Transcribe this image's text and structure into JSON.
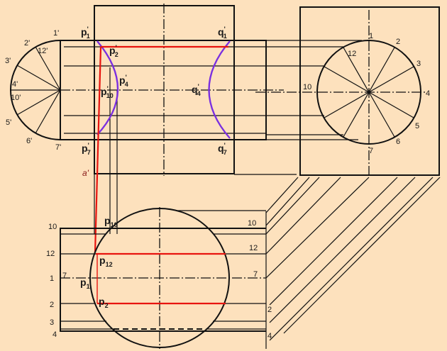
{
  "front_view": {
    "semicircle": {
      "l1": "1'",
      "l2": "2'",
      "l3": "3'",
      "l4": "4'",
      "l10": "10'",
      "l5": "5'",
      "l6": "6'",
      "l7": "7'",
      "l12": "12'"
    },
    "points": {
      "p1": {
        "m": "p",
        "pr": "'",
        "s": "1"
      },
      "p2": {
        "m": "p",
        "pr": "'",
        "s": "2"
      },
      "p4": {
        "m": "p",
        "pr": "'",
        "s": "4"
      },
      "p10": {
        "m": "p",
        "pr": "'",
        "s": "10"
      },
      "p7": {
        "m": "p",
        "pr": "'",
        "s": "7"
      },
      "q1": {
        "m": "q",
        "pr": "'",
        "s": "1"
      },
      "q4": {
        "m": "q",
        "pr": "'",
        "s": "4"
      },
      "q7": {
        "m": "q",
        "pr": "'",
        "s": "7"
      }
    },
    "a_label": "a'"
  },
  "side_view": {
    "l1": "1",
    "l2": "2",
    "l3": "3",
    "l4": "4",
    "l5": "5",
    "l6": "6",
    "l7": "7",
    "l10": "10",
    "l12": "12"
  },
  "top_view": {
    "left": {
      "l10": "10",
      "l12": "12",
      "l1": "1",
      "l7": "7",
      "l2": "2",
      "l3": "3",
      "l4": "4"
    },
    "right": {
      "l10": "10",
      "l12": "12",
      "l7": "7",
      "l2": "2",
      "l4": "4"
    },
    "points": {
      "p10": {
        "m": "p",
        "s": "10"
      },
      "p12": {
        "m": "p",
        "s": "12"
      },
      "p1": {
        "m": "p",
        "s": "1"
      },
      "p2": {
        "m": "p",
        "s": "2"
      }
    }
  },
  "colors": {
    "background": "#fde1bd",
    "intersection_line": "#e8140f",
    "curve": "#7a2fe0"
  }
}
